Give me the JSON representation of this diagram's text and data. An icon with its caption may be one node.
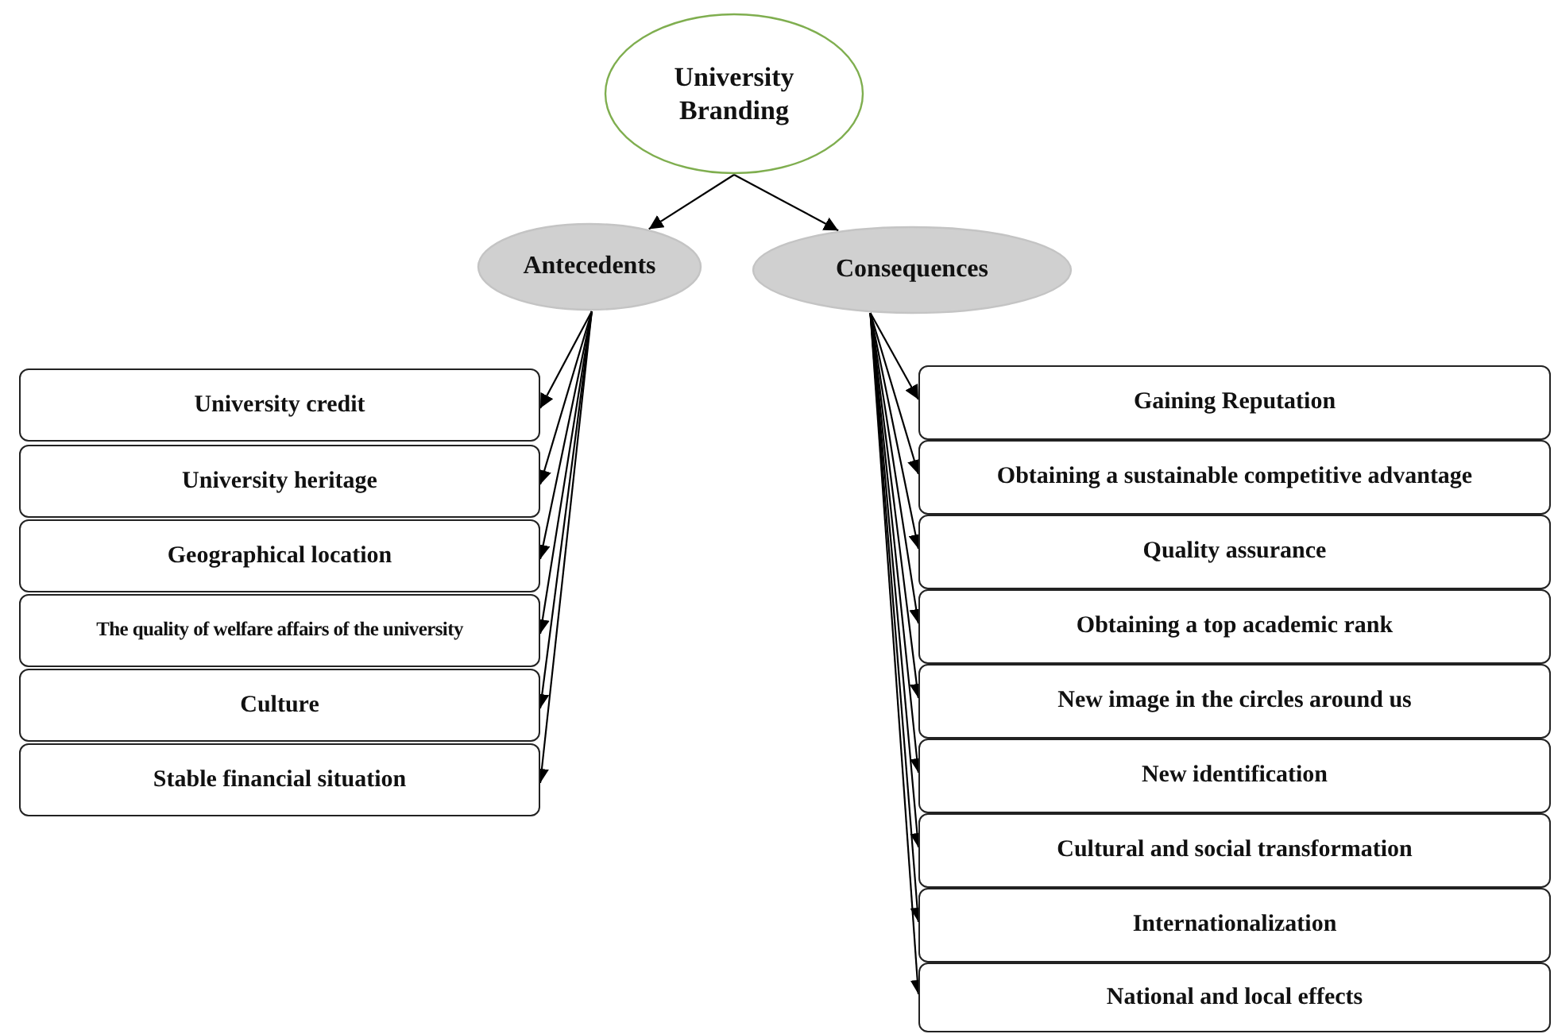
{
  "diagram": {
    "nodes": [
      {
        "text": [
          "University Branding"
        ]
      },
      {
        "text": [
          "Antecedents"
        ]
      },
      {
        "text": [
          "Consequences"
        ]
      },
      {
        "text": [
          "University credit"
        ]
      },
      {
        "text": [
          "University heritage"
        ]
      },
      {
        "text": [
          "Geographical location"
        ]
      },
      {
        "text": [
          "The quality of welfare affairs of the university"
        ]
      },
      {
        "text": [
          "Culture"
        ]
      },
      {
        "text": [
          "Stable financial situation"
        ]
      },
      {
        "text": [
          "Gaining Reputation"
        ]
      },
      {
        "text": [
          "Obtaining a sustainable competitive advantage"
        ]
      },
      {
        "text": [
          "Quality assurance"
        ]
      },
      {
        "text": [
          "Obtaining a top academic rank"
        ]
      },
      {
        "text": [
          "New image in the circles around us"
        ]
      },
      {
        "text": [
          "New identification"
        ]
      },
      {
        "text": [
          "Cultural and social transformation"
        ]
      },
      {
        "text": [
          "Internationalization"
        ]
      },
      {
        "text": [
          "National and local effects"
        ]
      }
    ],
    "edges": [
      {
        "from": 0,
        "to": 1,
        "arrow": "to"
      },
      {
        "from": 0,
        "to": 2,
        "arrow": "to"
      },
      {
        "from": 1,
        "to": 3,
        "arrow": "to"
      },
      {
        "from": 1,
        "to": 4,
        "arrow": "to"
      },
      {
        "from": 1,
        "to": 5,
        "arrow": "to"
      },
      {
        "from": 1,
        "to": 6,
        "arrow": "to"
      },
      {
        "from": 1,
        "to": 7,
        "arrow": "to"
      },
      {
        "from": 1,
        "to": 8,
        "arrow": "to"
      },
      {
        "from": 2,
        "to": 9,
        "arrow": "to"
      },
      {
        "from": 2,
        "to": 10,
        "arrow": "to"
      },
      {
        "from": 2,
        "to": 11,
        "arrow": "to"
      },
      {
        "from": 2,
        "to": 12,
        "arrow": "to"
      },
      {
        "from": 2,
        "to": 13,
        "arrow": "to"
      },
      {
        "from": 2,
        "to": 14,
        "arrow": "to"
      },
      {
        "from": 2,
        "to": 15,
        "arrow": "to"
      },
      {
        "from": 2,
        "to": 16,
        "arrow": "to"
      },
      {
        "from": 2,
        "to": 17,
        "arrow": "to"
      }
    ]
  }
}
